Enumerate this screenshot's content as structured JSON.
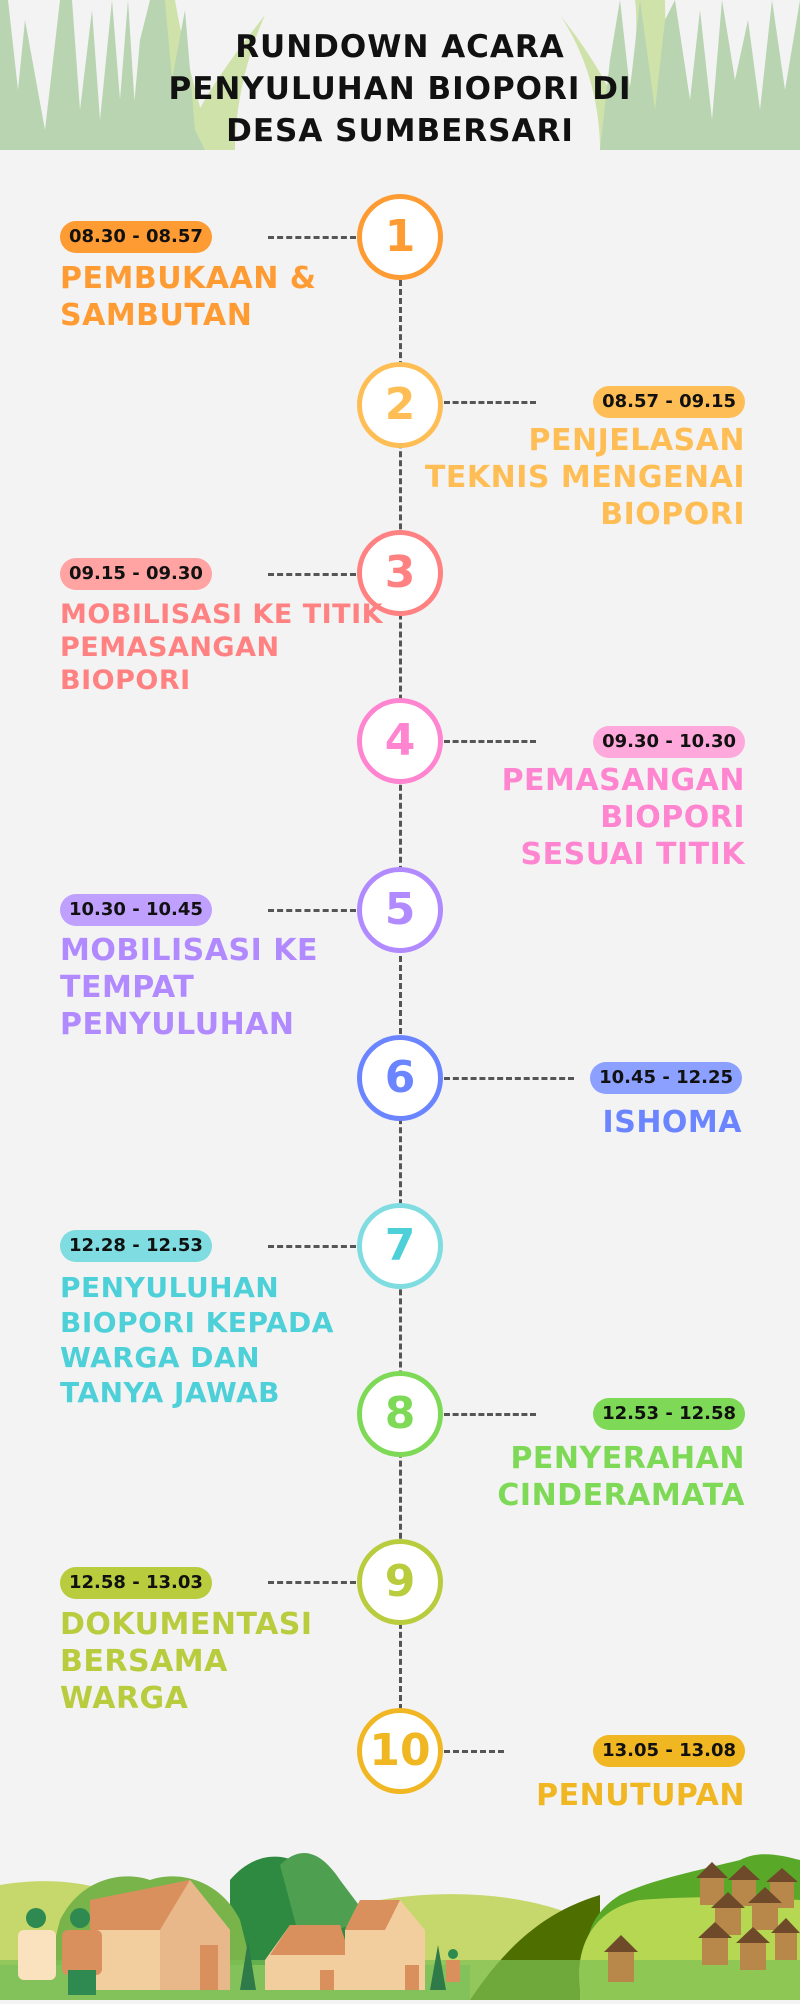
{
  "header": {
    "title_lines": [
      "RUNDOWN ACARA",
      "PENYULUHAN BIOPORI DI",
      "DESA SUMBERSARI"
    ],
    "decoration": "grass-illustration"
  },
  "timeline": {
    "line_color": "#555555",
    "items": [
      {
        "number": "1",
        "time": "08.30 - 08.57",
        "title_lines": [
          "PEMBUKAAN &",
          "SAMBUTAN"
        ],
        "side": "left",
        "color": "#ff9b33",
        "badge_color": "#ff9b33"
      },
      {
        "number": "2",
        "time": "08.57 - 09.15",
        "title_lines": [
          "PENJELASAN",
          "TEKNIS MENGENAI",
          "BIOPORI"
        ],
        "side": "right",
        "color": "#ffbe55",
        "badge_color": "#ffbe55"
      },
      {
        "number": "3",
        "time": "09.15 - 09.30",
        "title_lines": [
          "MOBILISASI KE TITIK",
          "PEMASANGAN",
          "BIOPORI"
        ],
        "side": "left",
        "color": "#ff8181",
        "badge_color": "#ffa3a3"
      },
      {
        "number": "4",
        "time": "09.30 - 10.30",
        "title_lines": [
          "PEMASANGAN",
          "BIOPORI",
          "SESUAI TITIK"
        ],
        "side": "right",
        "color": "#ff85d0",
        "badge_color": "#ffa8dc"
      },
      {
        "number": "5",
        "time": "10.30 - 10.45",
        "title_lines": [
          "MOBILISASI KE",
          "TEMPAT",
          "PENYULUHAN"
        ],
        "side": "left",
        "color": "#b28aff",
        "badge_color": "#c0a0ff"
      },
      {
        "number": "6",
        "time": "10.45 - 12.25",
        "title_lines": [
          "ISHOMA"
        ],
        "side": "right",
        "color": "#6b84ff",
        "badge_color": "#8ca1ff"
      },
      {
        "number": "7",
        "time": "12.28 - 12.53",
        "title_lines": [
          "PENYULUHAN",
          "BIOPORI KEPADA",
          "WARGA DAN",
          "TANYA JAWAB"
        ],
        "side": "left",
        "color": "#4dd0d8",
        "badge_color": "#7fdce0"
      },
      {
        "number": "8",
        "time": "12.53 - 12.58",
        "title_lines": [
          "PENYERAHAN",
          "CINDERAMATA"
        ],
        "side": "right",
        "color": "#7ed957",
        "badge_color": "#7ed957"
      },
      {
        "number": "9",
        "time": "12.58 - 13.03",
        "title_lines": [
          "DOKUMENTASI",
          "BERSAMA",
          "WARGA"
        ],
        "side": "left",
        "color": "#b8cc3e",
        "badge_color": "#b8cc3e"
      },
      {
        "number": "10",
        "time": "13.05 - 13.08",
        "title_lines": [
          "PENUTUPAN"
        ],
        "side": "right",
        "color": "#f0b722",
        "badge_color": "#f0b722"
      }
    ]
  },
  "footer": {
    "decoration": "village-landscape-illustration"
  }
}
